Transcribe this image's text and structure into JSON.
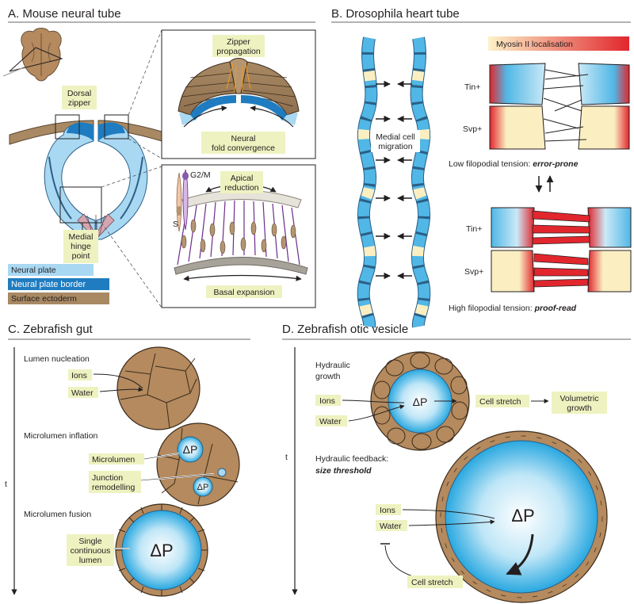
{
  "colors": {
    "neural_plate": "#a9d8f2",
    "neural_plate_border": "#1f7cc0",
    "surface_ectoderm": "#a88963",
    "lumen": "#29a8e0",
    "label_box": "#eef2c0",
    "tin_cell": "#51b7e6",
    "svp_cell": "#fbefc2",
    "myosin": "#e1262d"
  },
  "panels": {
    "a": {
      "title": "A. Mouse neural tube",
      "dorsal_zipper": [
        "Dorsal",
        "zipper"
      ],
      "medial_hinge": [
        "Medial",
        "hinge",
        "point"
      ],
      "zipper_propagation": [
        "Zipper",
        "propagation"
      ],
      "neural_fold_convergence": [
        "Neural",
        "fold convergence"
      ],
      "g2m": "G2/M",
      "s_phase": "S",
      "apical_reduction": [
        "Apical",
        "reduction"
      ],
      "basal_expansion": "Basal expansion",
      "legend": {
        "neural_plate": "Neural plate",
        "neural_plate_border": "Neural plate border",
        "surface_ectoderm": "Surface ectoderm"
      }
    },
    "b": {
      "title": "B. Drosophila heart tube",
      "medial_migration": [
        "Medial cell",
        "migration"
      ],
      "myosin_label": "Myosin II localisation",
      "tin_top": "Tin+",
      "svp_top": "Svp+",
      "low_tension_prefix": "Low filopodial tension: ",
      "low_tension_em": "error-prone",
      "tin_bottom": "Tin+",
      "svp_bottom": "Svp+",
      "high_tension_prefix": "High filopodial tension: ",
      "high_tension_em": "proof-read"
    },
    "c": {
      "title": "C. Zebrafish gut",
      "time_axis": "t",
      "lumen_nucleation": "Lumen nucleation",
      "ions": "Ions",
      "water": "Water",
      "microlumen_inflation": "Microlumen inflation",
      "microlumen": "Microlumen",
      "junction_remodelling": [
        "Junction",
        "remodelling"
      ],
      "delta_p": "ΔP",
      "delta_p_small": "ΔP",
      "microlumen_fusion": "Microlumen fusion",
      "single_lumen": [
        "Single",
        "continuous",
        "lumen"
      ],
      "delta_p_fused": "ΔP"
    },
    "d": {
      "title": "D. Zebrafish otic vesicle",
      "time_axis": "t",
      "hydraulic_growth": [
        "Hydraulic",
        "growth"
      ],
      "ions_top": "Ions",
      "water_top": "Water",
      "delta_p_top": "ΔP",
      "cell_stretch_top": "Cell stretch",
      "volumetric_growth": [
        "Volumetric",
        "growth"
      ],
      "hydraulic_feedback": "Hydraulic feedback:",
      "size_threshold": "size threshold",
      "ions_bottom": "Ions",
      "water_bottom": "Water",
      "delta_p_bottom": "ΔP",
      "cell_stretch_bottom": "Cell stretch"
    }
  }
}
